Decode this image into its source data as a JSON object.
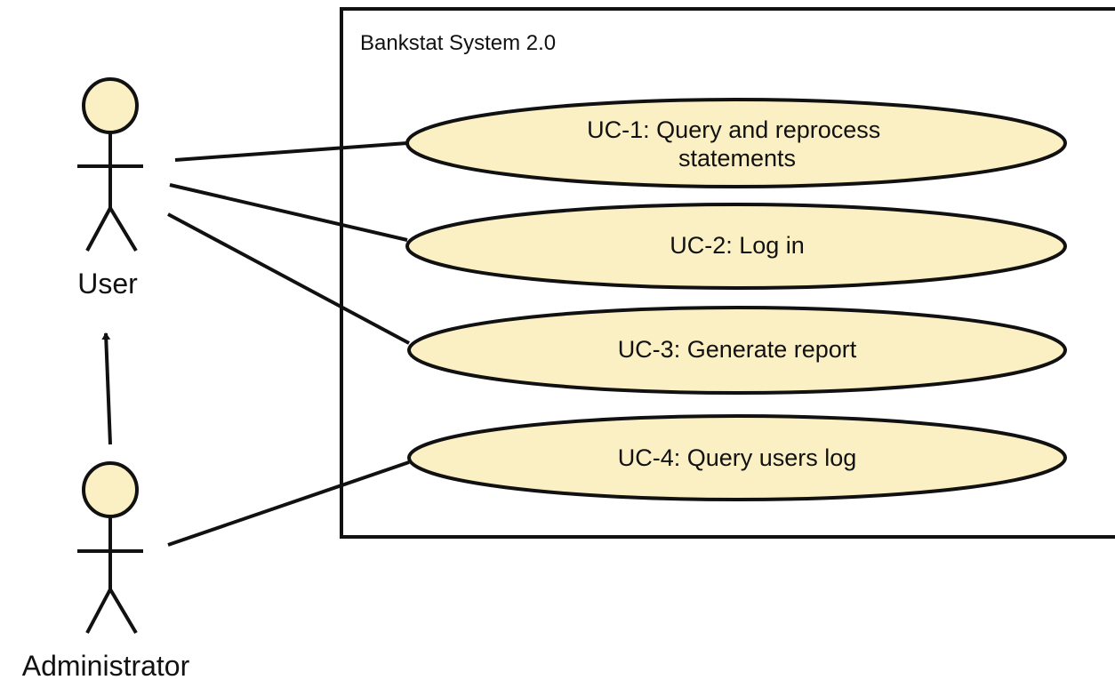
{
  "diagram": {
    "type": "use-case",
    "colors": {
      "fill": "#fbefc4",
      "stroke": "#111111",
      "background": "#ffffff"
    },
    "system": {
      "title": "Bankstat System 2.0"
    },
    "actors": [
      {
        "id": "user",
        "label": "User",
        "icon": "stick-figure-icon"
      },
      {
        "id": "administrator",
        "label": "Administrator",
        "icon": "stick-figure-icon"
      }
    ],
    "use_cases": [
      {
        "id": "uc1",
        "lines": [
          "UC-1: Query and reprocess",
          "statements"
        ]
      },
      {
        "id": "uc2",
        "lines": [
          "UC-2: Log in"
        ]
      },
      {
        "id": "uc3",
        "lines": [
          "UC-3: Generate report"
        ]
      },
      {
        "id": "uc4",
        "lines": [
          "UC-4: Query users log"
        ]
      }
    ],
    "associations": [
      {
        "from": "user",
        "to": "uc1"
      },
      {
        "from": "user",
        "to": "uc2"
      },
      {
        "from": "user",
        "to": "uc3"
      },
      {
        "from": "administrator",
        "to": "uc4"
      }
    ],
    "generalizations": [
      {
        "from": "administrator",
        "to": "user"
      }
    ]
  }
}
